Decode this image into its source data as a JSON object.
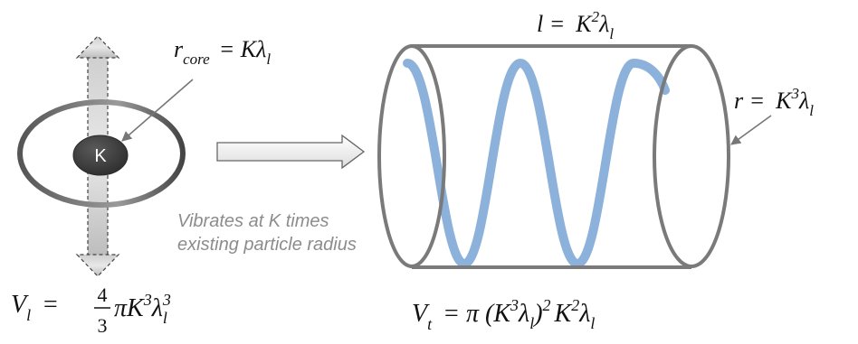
{
  "particle": {
    "core_label": "K",
    "core_radius_lhs": "r",
    "core_radius_sub": "core",
    "core_radius_rhs": "= Kλ",
    "core_radius_rhs_sub": "l"
  },
  "caption": {
    "line1": "Vibrates at K times",
    "line2": "existing particle radius"
  },
  "cylinder": {
    "length_lhs": "l =",
    "length_rhs": "K",
    "length_exp": "2",
    "length_lambda": "λ",
    "length_sub": "l",
    "radius_lhs": "r =",
    "radius_rhs": "K",
    "radius_exp": "3",
    "radius_lambda": "λ",
    "radius_sub": "l"
  },
  "formulas": {
    "vl_v": "V",
    "vl_sub": "l",
    "vl_eq": "=",
    "vl_num": "4",
    "vl_den": "3",
    "vl_body": "πK",
    "vl_exp1": "3",
    "vl_lambda": "λ",
    "vl_exp2": "3",
    "vl_sub2": "l",
    "vt_v": "V",
    "vt_sub": "t",
    "vt_eq": "= π (K",
    "vt_exp1": "3",
    "vt_lambda": "λ",
    "vt_sub2": "l",
    "vt_close": ")",
    "vt_exp2": "2",
    "vt_k": "K",
    "vt_exp3": "2",
    "vt_lambda2": "λ",
    "vt_sub3": "l"
  },
  "colors": {
    "wave": "#7fa8d6",
    "core_fill": "#404040",
    "outline": "#7a7a7a"
  }
}
